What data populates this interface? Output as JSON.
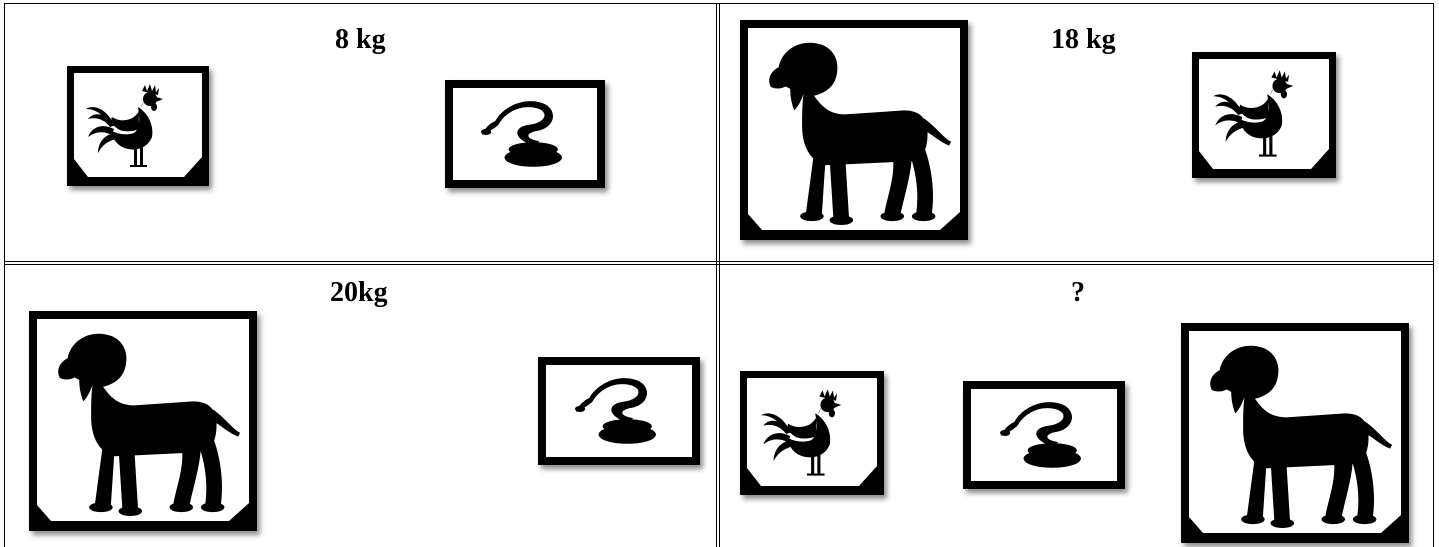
{
  "panels": [
    {
      "id": "top-left",
      "label": "8 kg",
      "animals": [
        "rooster",
        "snake"
      ]
    },
    {
      "id": "top-right",
      "label": "18 kg",
      "animals": [
        "dog",
        "rooster"
      ]
    },
    {
      "id": "bottom-left",
      "label": "20kg",
      "animals": [
        "dog",
        "snake"
      ]
    },
    {
      "id": "bottom-right",
      "label": "?",
      "animals": [
        "rooster",
        "snake",
        "dog"
      ]
    }
  ],
  "colors": {
    "silhouette": "#000000",
    "card_bg": "#ffffff",
    "frame": "#000000"
  }
}
